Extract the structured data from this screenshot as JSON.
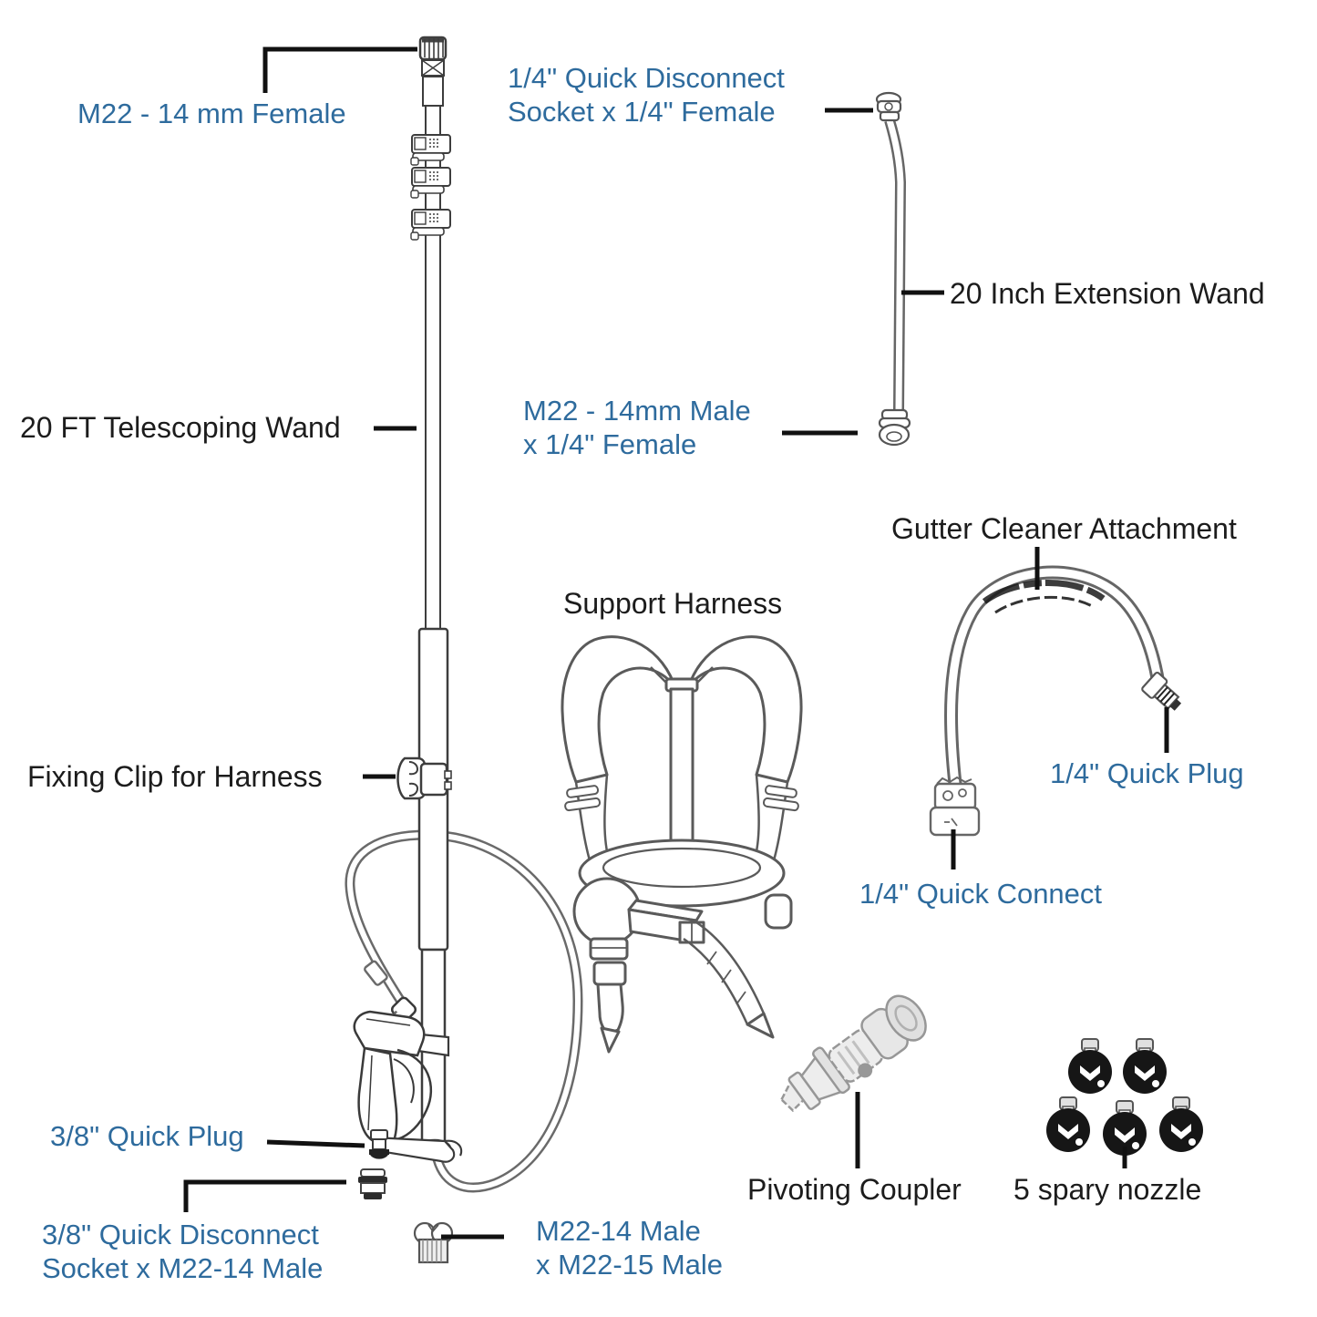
{
  "diagram": {
    "type": "product-parts-diagram",
    "background_color": "#ffffff",
    "label_color_blue": "#2e6b9d",
    "label_color_black": "#1c1c1c",
    "leader_line_color": "#111111",
    "labels": {
      "m22_female": "M22 - 14 mm Female",
      "qd_socket_1": "1/4\" Quick Disconnect",
      "qd_socket_2": "Socket x 1/4\" Female",
      "extension_wand": "20 Inch Extension Wand",
      "telescoping_wand": "20 FT Telescoping Wand",
      "m22_male_1": "M22 - 14mm Male",
      "m22_male_2": "x 1/4\" Female",
      "gutter_cleaner": "Gutter Cleaner Attachment",
      "support_harness": "Support Harness",
      "fixing_clip": "Fixing Clip for Harness",
      "quick_plug_14": "1/4\" Quick Plug",
      "quick_connect_14": "1/4\" Quick Connect",
      "quick_plug_38": "3/8\" Quick Plug",
      "qd_socket_38_1": "3/8\" Quick Disconnect",
      "qd_socket_38_2": "Socket x M22-14 Male",
      "m22_adapter_1": "M22-14 Male",
      "m22_adapter_2": "x M22-15 Male",
      "pivoting_coupler": "Pivoting Coupler",
      "spray_nozzles": "5 spary nozzle"
    }
  }
}
